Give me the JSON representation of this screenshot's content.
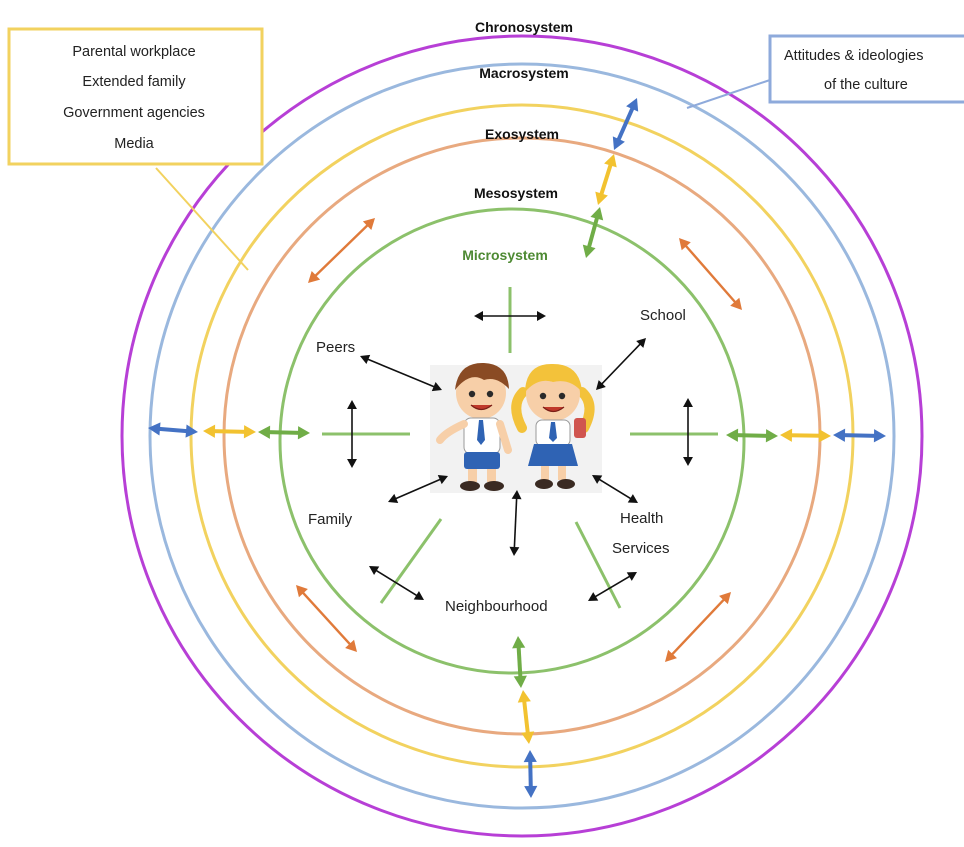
{
  "colors": {
    "chronosystem": "#b73fd6",
    "macrosystem": "#9ab8de",
    "exosystem": "#f2d25f",
    "mesosystem": "#e8a97f",
    "microsystem": "#8cc16b",
    "blue_arrow": "#4472c4",
    "yellow_arrow": "#f2c230",
    "green_arrow": "#70ad47",
    "orange_arrow": "#e07a3a",
    "exo_box": "#f2d25f",
    "macro_box": "#8eaadb",
    "micro_text": "#4e8a33"
  },
  "rings": {
    "chronosystem": "Chronosystem",
    "macrosystem": "Macrosystem",
    "exosystem": "Exosystem",
    "mesosystem": "Mesosystem",
    "microsystem": "Microsystem"
  },
  "exosystem_box": {
    "lines": [
      "Parental workplace",
      "Extended family",
      "Government agencies",
      "Media"
    ]
  },
  "macrosystem_box": {
    "lines": [
      "Attitudes & ideologies",
      "of the culture"
    ]
  },
  "micro_nodes": {
    "peers": "Peers",
    "school": "School",
    "family": "Family",
    "health_line1": "Health",
    "health_line2": "Services",
    "neighbourhood": "Neighbourhood"
  },
  "center_image": {
    "icon": "two-schoolchildren-illustration"
  }
}
